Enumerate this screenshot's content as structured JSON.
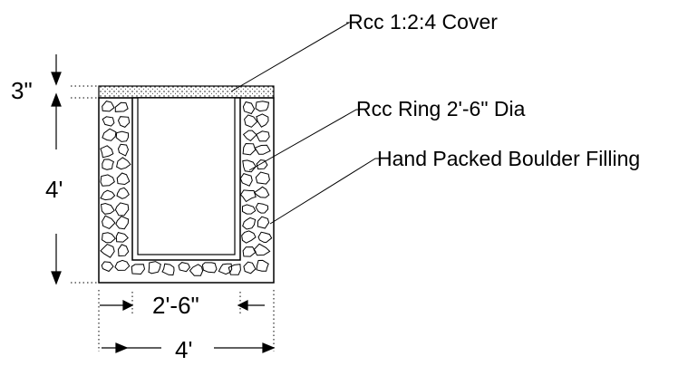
{
  "labels": {
    "cover": "Rcc 1:2:4 Cover",
    "ring": "Rcc Ring 2'-6\" Dia",
    "filling": "Hand Packed Boulder Filling"
  },
  "dimensions": {
    "cover_thickness": "3\"",
    "depth": "4'",
    "inner_width": "2'-6\"",
    "outer_width": "4'"
  },
  "colors": {
    "line": "#000000",
    "background": "#ffffff"
  }
}
